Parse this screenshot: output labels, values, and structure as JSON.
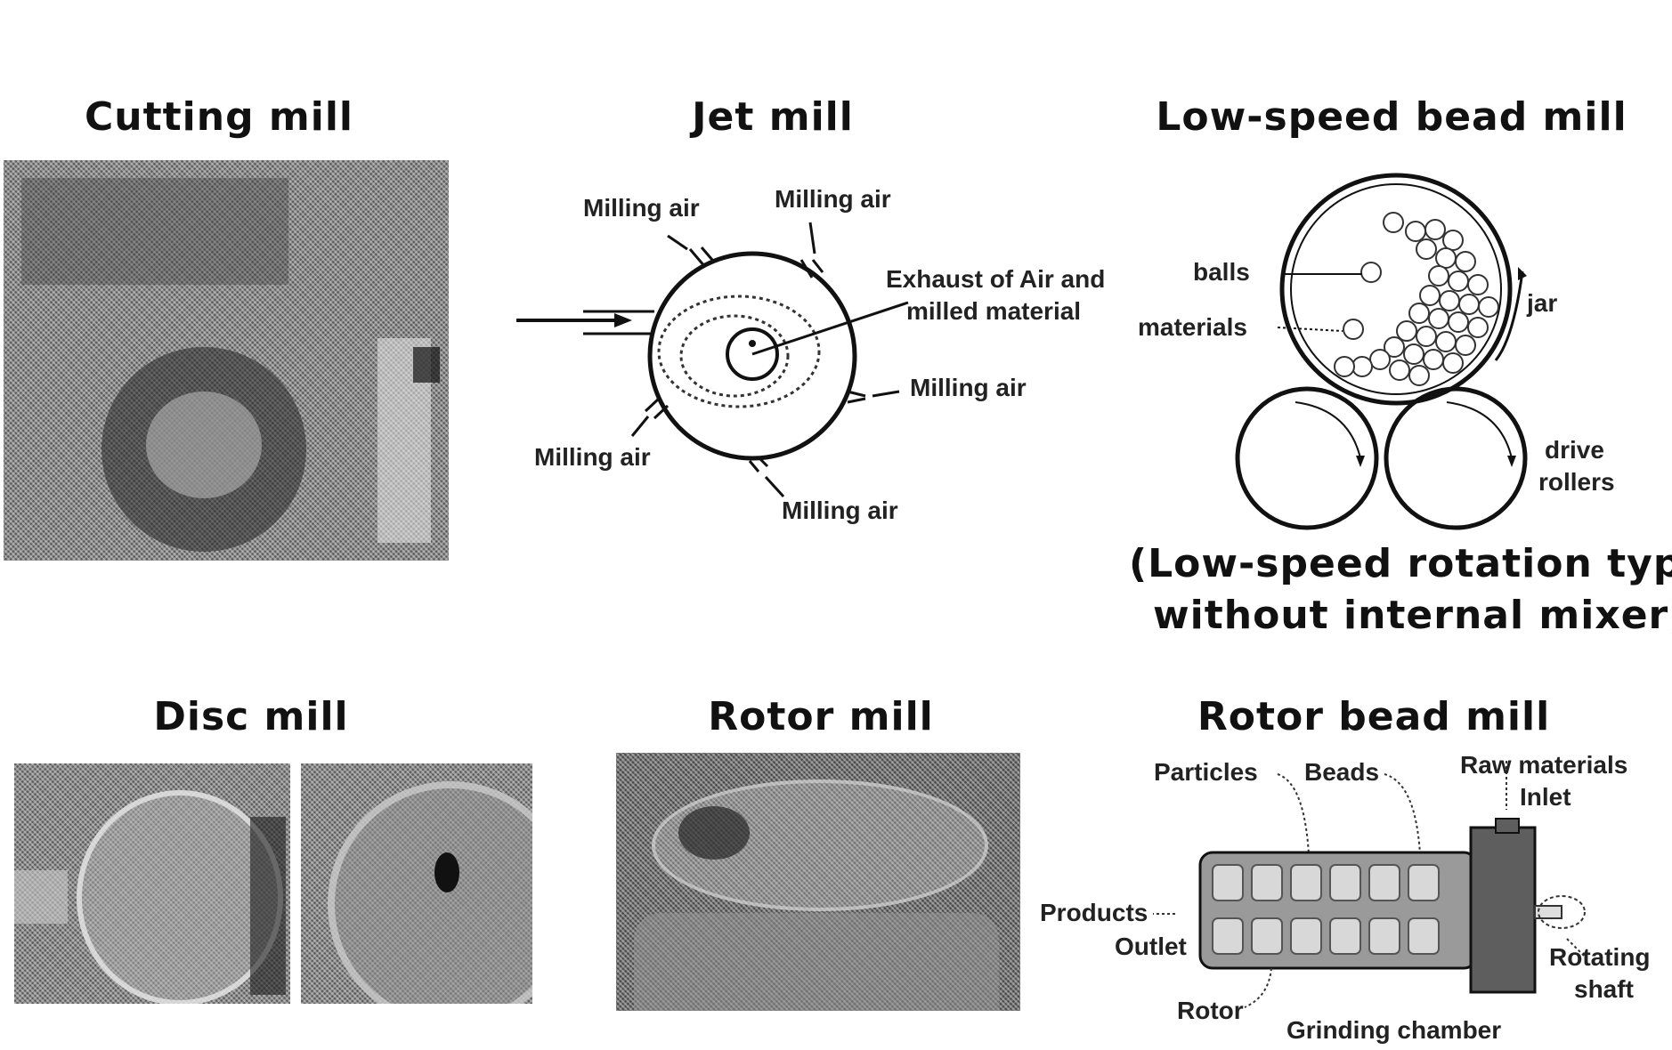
{
  "titles": {
    "cutting": "Cutting mill",
    "jet": "Jet mill",
    "low_speed": "Low-speed bead mill",
    "disc": "Disc mill",
    "rotor": "Rotor mill",
    "rotor_bead": "Rotor bead mill"
  },
  "jet_mill": {
    "milling_air": "Milling air",
    "exhaust_line1": "Exhaust of Air and",
    "exhaust_line2": "milled material"
  },
  "low_speed_mill": {
    "balls": "balls",
    "materials": "materials",
    "jar": "jar",
    "drive": "drive",
    "rollers": "rollers",
    "caption_line1": "(Low-speed rotation type",
    "caption_line2": "without internal mixer)"
  },
  "rotor_bead_mill": {
    "particles": "Particles",
    "beads": "Beads",
    "raw_materials": "Raw materials",
    "inlet": "Inlet",
    "products": "Products",
    "outlet": "Outlet",
    "rotating": "Rotating",
    "shaft": "shaft",
    "rotor": "Rotor",
    "grinding_chamber": "Grinding chamber"
  }
}
